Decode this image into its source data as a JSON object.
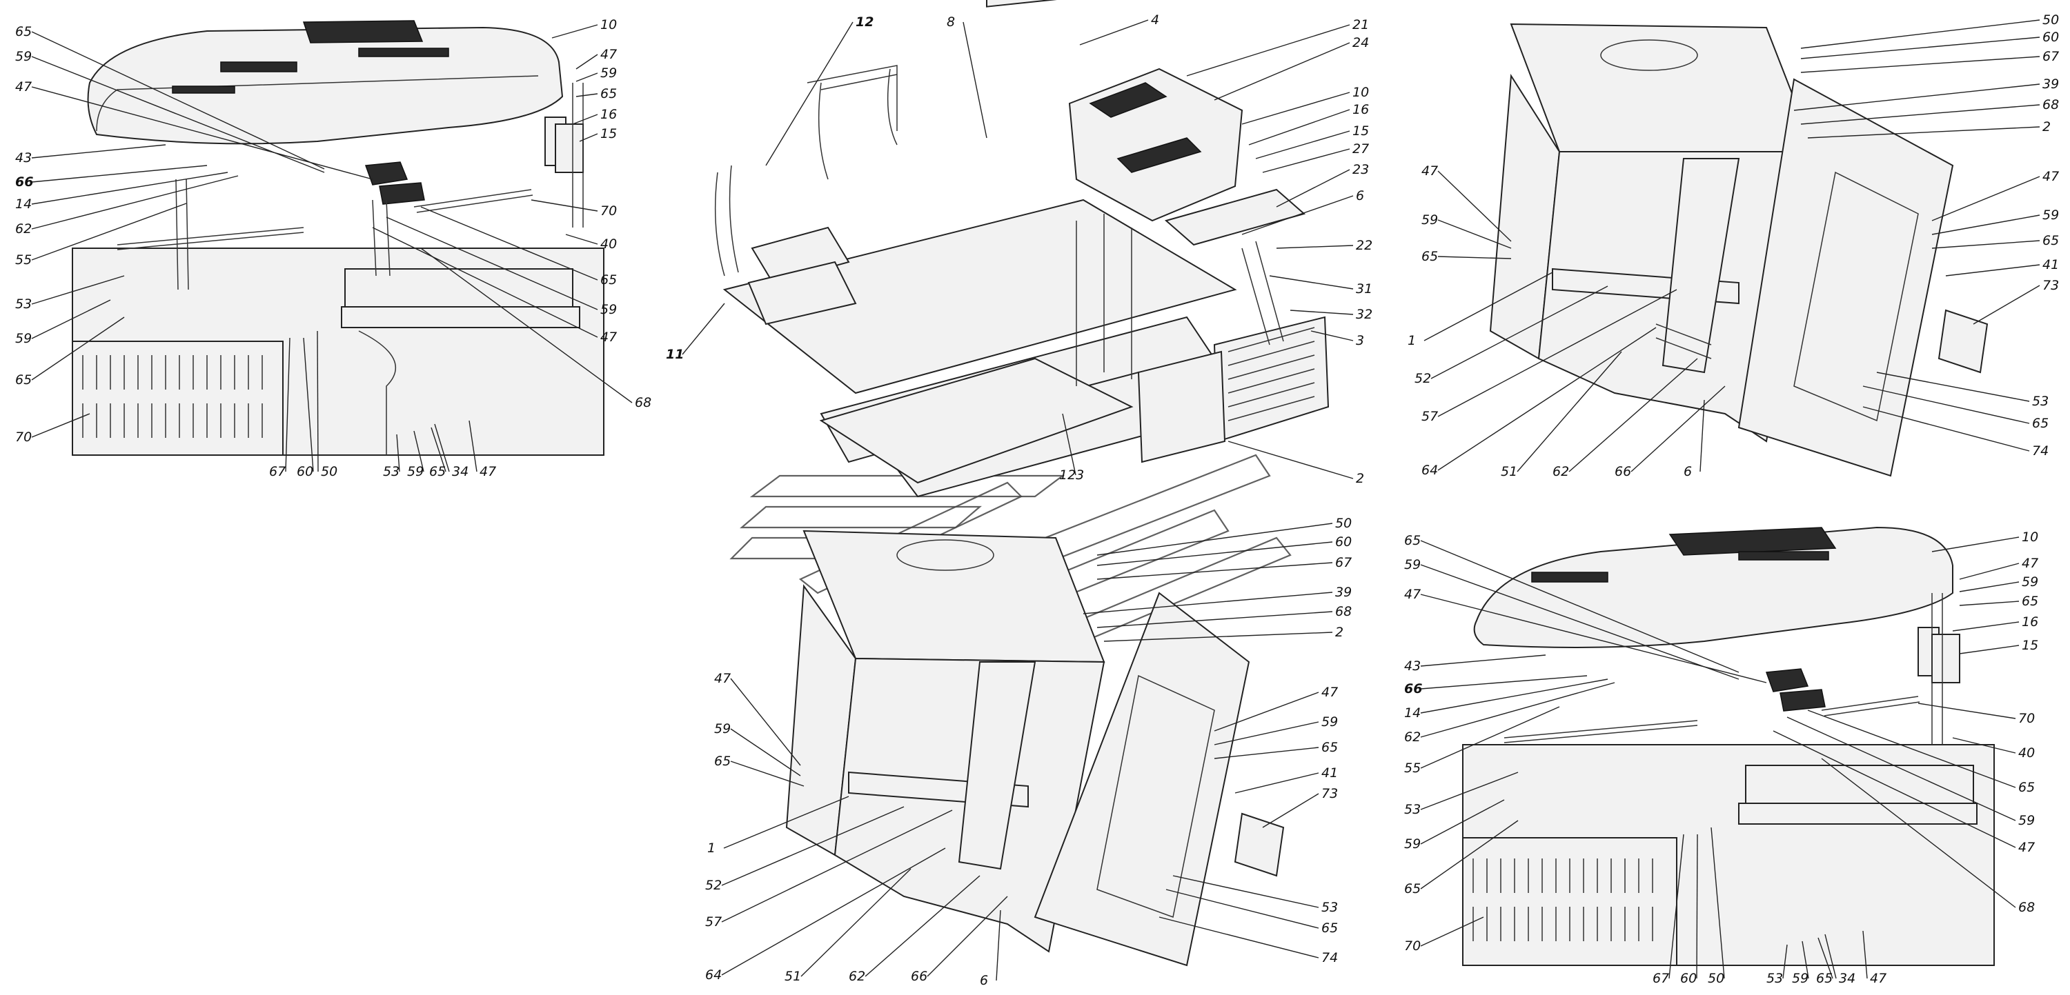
{
  "views": [
    {
      "id": "hood-left",
      "labels": [
        "10",
        "65",
        "59",
        "47",
        "47",
        "59",
        "65",
        "16",
        "15",
        "43",
        "66",
        "14",
        "62",
        "55",
        "53",
        "59",
        "65",
        "70",
        "70",
        "40",
        "65",
        "59",
        "47",
        "68",
        "67",
        "60",
        "50",
        "53",
        "59",
        "65",
        "34",
        "47"
      ]
    },
    {
      "id": "center-assembly",
      "labels": [
        "12",
        "8",
        "4",
        "21",
        "24",
        "10",
        "16",
        "15",
        "27",
        "23",
        "6",
        "22",
        "31",
        "32",
        "3",
        "2",
        "11",
        "123"
      ]
    },
    {
      "id": "frame-top-right",
      "labels": [
        "50",
        "60",
        "67",
        "39",
        "68",
        "2",
        "47",
        "59",
        "65",
        "47",
        "59",
        "65",
        "41",
        "73",
        "1",
        "52",
        "57",
        "64",
        "51",
        "62",
        "66",
        "6",
        "53",
        "65",
        "74"
      ]
    },
    {
      "id": "frame-bottom-center",
      "labels": [
        "50",
        "60",
        "67",
        "39",
        "68",
        "2",
        "47",
        "59",
        "65",
        "47",
        "59",
        "65",
        "41",
        "73",
        "1",
        "52",
        "57",
        "64",
        "51",
        "62",
        "66",
        "6",
        "53",
        "65",
        "74"
      ]
    },
    {
      "id": "hood-bottom-right",
      "labels": [
        "65",
        "59",
        "47",
        "10",
        "47",
        "59",
        "65",
        "16",
        "15",
        "43",
        "66",
        "14",
        "62",
        "55",
        "53",
        "59",
        "65",
        "70",
        "70",
        "40",
        "65",
        "59",
        "47",
        "68",
        "67",
        "60",
        "50",
        "53",
        "59",
        "65",
        "34",
        "47"
      ]
    }
  ]
}
